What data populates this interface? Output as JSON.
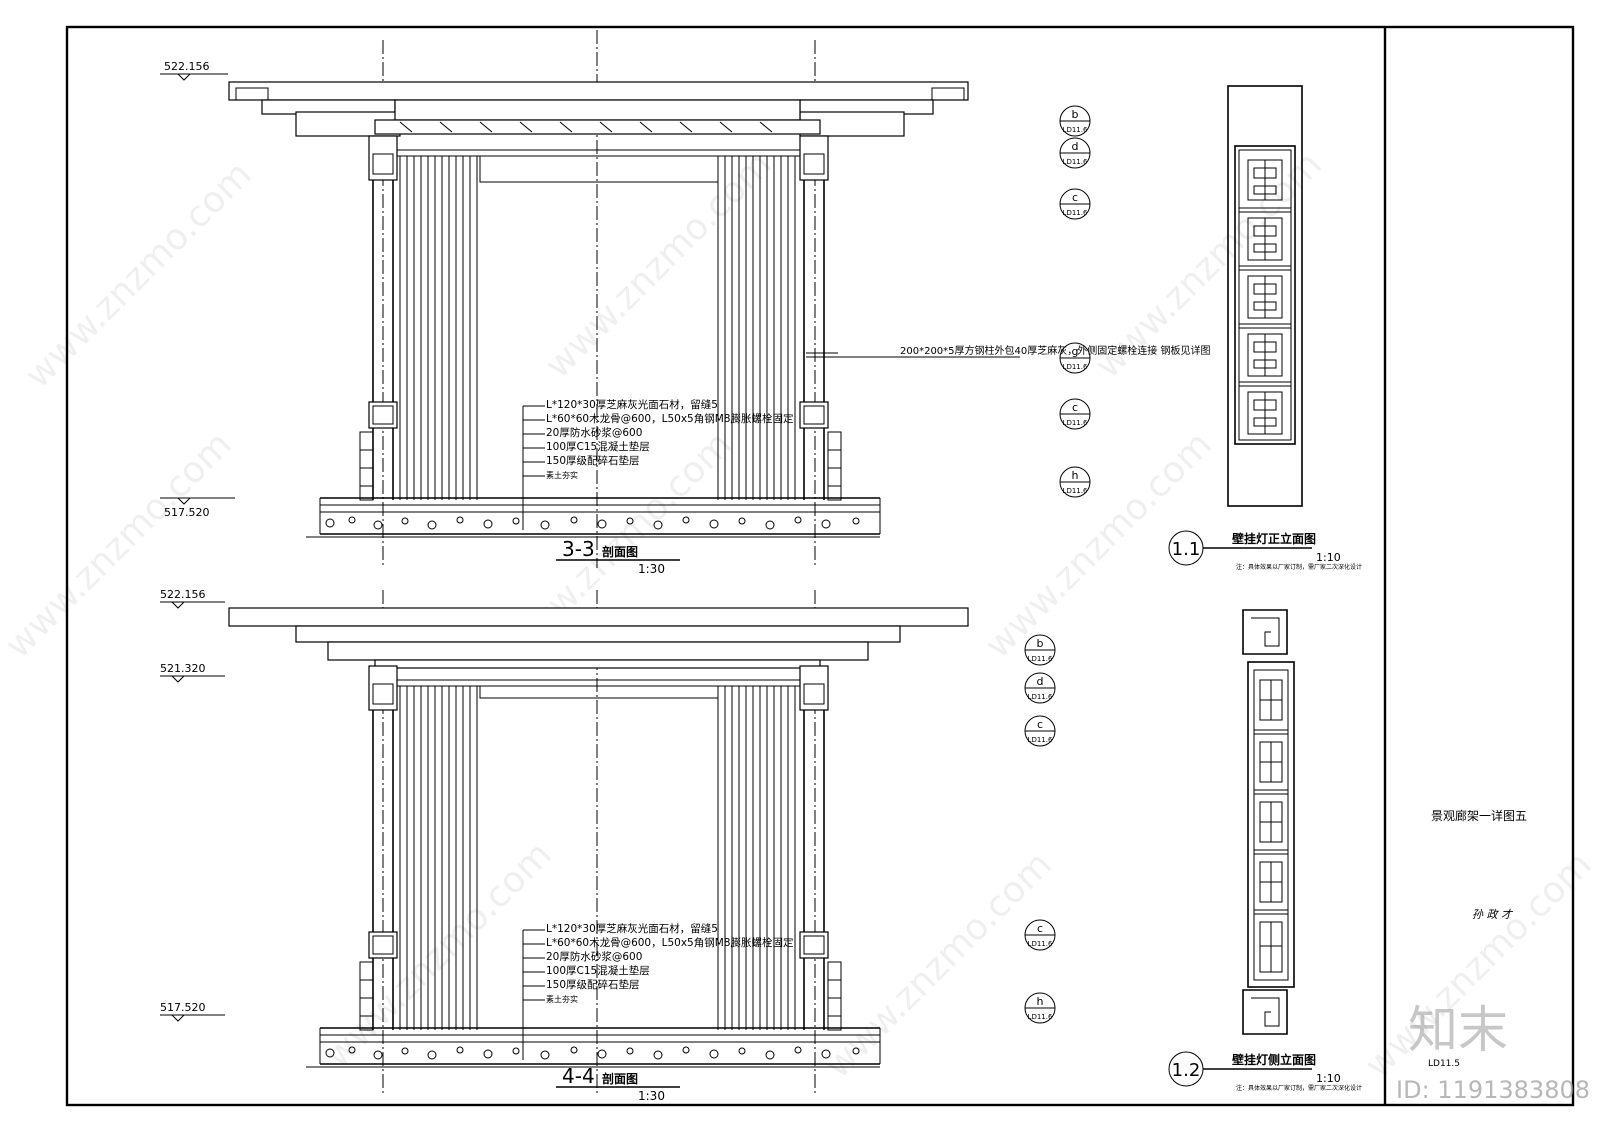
{
  "drawing": {
    "sheet_title": "景观廊架一详图五",
    "signature": "孙 政 才",
    "drawing_code": "LD11.5",
    "watermark_site": "www.znzmo.com",
    "watermark_brand": "知末",
    "id_label": "ID: 1191383808"
  },
  "section_3_3": {
    "title": "3-3",
    "title_suffix": "剖面图",
    "scale": "1:30",
    "elevation_top": "522.156",
    "elevation_bottom": "517.520",
    "callout_column": "200*200*5厚方钢柱外包40厚芝麻灰，外侧固定螺栓连接 钢板见详图",
    "layers": [
      "L*120*30厚芝麻灰光面石材，留缝5",
      "L*60*60木龙骨@600，L50x5角钢M8膨胀螺栓固定",
      "20厚防水砂浆@600",
      "100厚C15混凝土垫层",
      "150厚级配碎石垫层",
      "素土夯实"
    ],
    "markers": [
      {
        "letter": "b",
        "ref": "LD11.6"
      },
      {
        "letter": "d",
        "ref": "LD11.6"
      },
      {
        "letter": "c",
        "ref": "LD11.6"
      },
      {
        "letter": "g",
        "ref": "LD11.6"
      },
      {
        "letter": "c",
        "ref": "LD11.6"
      },
      {
        "letter": "h",
        "ref": "LD11.6"
      }
    ]
  },
  "section_4_4": {
    "title": "4-4",
    "title_suffix": "剖面图",
    "scale": "1:30",
    "elevation_top": "522.156",
    "elevation_mid": "521.320",
    "elevation_bottom": "517.520",
    "layers": [
      "L*120*30厚芝麻灰光面石材，留缝5",
      "L*60*60木龙骨@600，L50x5角钢M8膨胀螺栓固定",
      "20厚防水砂浆@600",
      "100厚C15混凝土垫层",
      "150厚级配碎石垫层",
      "素土夯实"
    ],
    "markers": [
      {
        "letter": "b",
        "ref": "LD11.6"
      },
      {
        "letter": "d",
        "ref": "LD11.6"
      },
      {
        "letter": "c",
        "ref": "LD11.6"
      },
      {
        "letter": "c",
        "ref": "LD11.6"
      },
      {
        "letter": "h",
        "ref": "LD11.6"
      }
    ]
  },
  "detail_1_1": {
    "number": "1.1",
    "title": "壁挂灯正立面图",
    "scale": "1:10",
    "note": "注：具体效果以厂家订制，需厂家二次深化设计"
  },
  "detail_1_2": {
    "number": "1.2",
    "title": "壁挂灯侧立面图",
    "scale": "1:10",
    "note": "注：具体效果以厂家订制，需厂家二次深化设计"
  }
}
